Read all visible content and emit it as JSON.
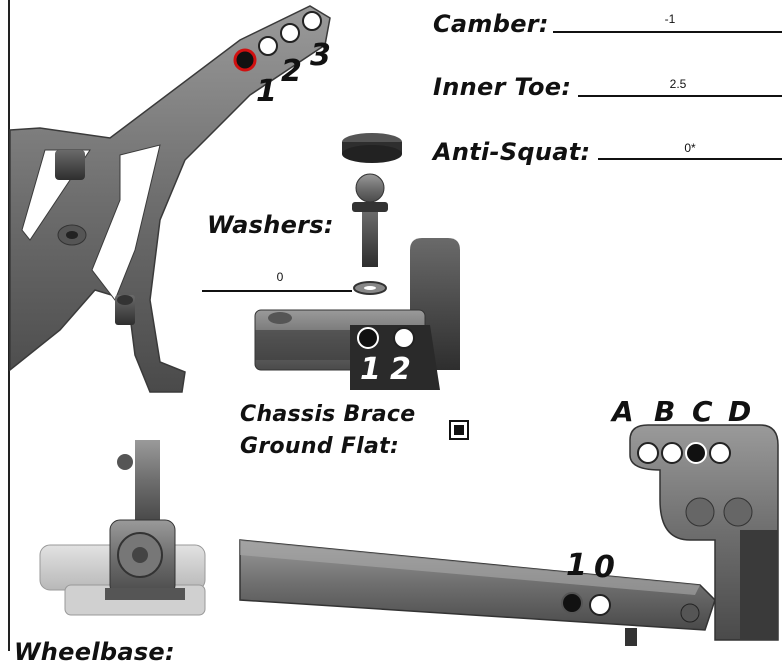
{
  "camber": {
    "label": "Camber:",
    "value": "-1"
  },
  "inner_toe": {
    "label": "Inner Toe:",
    "value": "2.5"
  },
  "anti_squat": {
    "label": "Anti-Squat:",
    "value": "0*"
  },
  "washers": {
    "label": "Washers:",
    "value": "0"
  },
  "chassis_brace": {
    "label_line1": "Chassis Brace",
    "label_line2": "Ground Flat:",
    "checked": true
  },
  "camber_link_positions": [
    "1",
    "2",
    "3"
  ],
  "brace_positions": [
    "1",
    "2"
  ],
  "arm_positions": [
    "A",
    "B",
    "C",
    "D"
  ],
  "beam_positions": [
    "1",
    "0"
  ],
  "wheelbase": {
    "label": "Wheelbase:"
  },
  "colors": {
    "part_gray": "#7a7a7a",
    "part_dark": "#444444",
    "selected_ring": "#d01010",
    "ink": "#111111"
  }
}
